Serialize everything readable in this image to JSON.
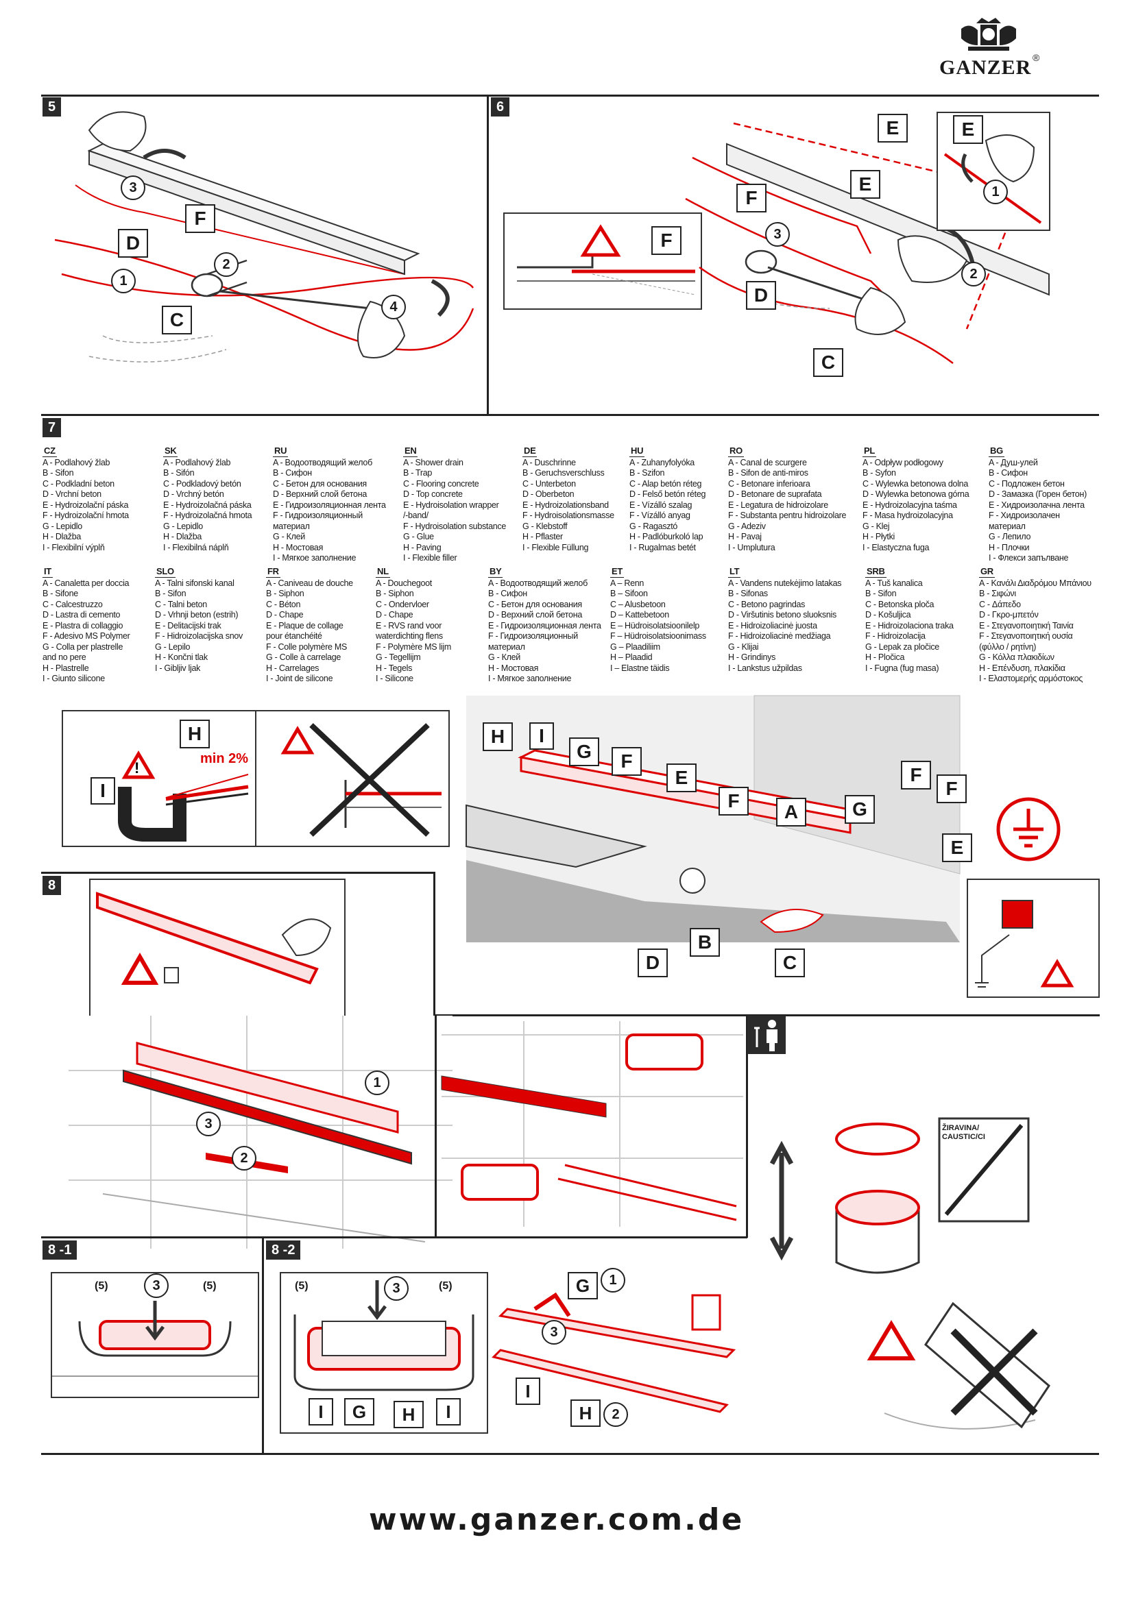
{
  "brand": {
    "name": "GANZER",
    "registered": "®"
  },
  "steps": {
    "s5": "5",
    "s6": "6",
    "s7": "7",
    "s8": "8",
    "s8_1": "8 -1",
    "s8_2": "8 -2"
  },
  "callouts": {
    "A": "A",
    "B": "B",
    "C": "C",
    "D": "D",
    "E": "E",
    "F": "F",
    "G": "G",
    "H": "H",
    "I": "I",
    "n1": "1",
    "n2": "2",
    "n3": "3",
    "n4": "4",
    "n5": "(5)",
    "min_slope": "min 2%",
    "caustic": "ŽIRAVINA/\nCAUSTIC/CI"
  },
  "languages": [
    {
      "code": "CZ",
      "items": [
        "A - Podlahový žlab",
        "B - Sifon",
        "C - Podkladní beton",
        "D - Vrchní beton",
        "E - Hydroizolační páska",
        "F - Hydroizolační hmota",
        "G - Lepidlo",
        "H - Dlažba",
        "I - Flexibilní výplň"
      ]
    },
    {
      "code": "SK",
      "items": [
        "A - Podlahový žlab",
        "B - Sifón",
        "C - Podkladový betón",
        "D - Vrchný betón",
        "E - Hydroizolačná páska",
        "F - Hydroizolačná hmota",
        "G - Lepidlo",
        "H - Dlažba",
        "I - Flexibilná náplň"
      ]
    },
    {
      "code": "RU",
      "items": [
        "A - Водоотводящий желоб",
        "B - Сифон",
        "C - Бетон для основания",
        "D - Верхний слой бетона",
        "E - Гидроизоляционная лента",
        "F - Гидроизоляционный",
        "      материал",
        "G - Клей",
        "H - Мостовая",
        "I - Мягкое заполнение"
      ]
    },
    {
      "code": "EN",
      "items": [
        "A - Shower drain",
        "B - Trap",
        "C - Flooring concrete",
        "D - Top concrete",
        "E - Hydroisolation wrapper",
        "      /-band/",
        "F - Hydroisolation substance",
        "G - Glue",
        "H - Paving",
        "I - Flexible filler"
      ]
    },
    {
      "code": "DE",
      "items": [
        "A - Duschrinne",
        "B - Geruchsverschluss",
        "C - Unterbeton",
        "D - Oberbeton",
        "E - Hydroizolationsband",
        "F - Hydroisolationsmasse",
        "G - Klebstoff",
        "H - Pflaster",
        "I - Flexible Füllung"
      ]
    },
    {
      "code": "HU",
      "items": [
        "A - Zuhanyfolyóka",
        "B - Szifon",
        "C - Alap betón réteg",
        "D - Felső betón réteg",
        "E - Vízálló szalag",
        "F - Vízálló anyag",
        "G - Ragasztó",
        "H - Padlóburkoló lap",
        "I - Rugalmas betét"
      ]
    },
    {
      "code": "RO",
      "items": [
        "A - Canal de scurgere",
        "B - Sifon de anti-miros",
        "C - Betonare inferioara",
        "D - Betonare de suprafata",
        "E - Legatura de hidroizolare",
        "F - Substanta pentru hidroizolare",
        "G - Adeziv",
        "H - Pavaj",
        "I - Umplutura"
      ]
    },
    {
      "code": "PL",
      "items": [
        "A - Odpływ podłogowy",
        "B - Syfon",
        "C - Wylewka betonowa dolna",
        "D - Wylewka betonowa górna",
        "E - Hydroizolacyjna taśma",
        "F - Masa hydroizolacyjna",
        "G - Klej",
        "H - Płytki",
        "I - Elastyczna fuga"
      ]
    },
    {
      "code": "BG",
      "items": [
        "A - Душ-улей",
        "B - Сифон",
        "C - Подложен бетон",
        "D - Замазка (Горен бетон)",
        "E - Хидроизолачна лента",
        "F - Хидроизолачен",
        "      материал",
        "G - Лепило",
        "H - Плочки",
        "I - Флекси запълване"
      ]
    },
    {
      "code": "IT",
      "items": [
        "A - Canaletta per doccia",
        "B - Sifone",
        "C - Calcestruzzo",
        "D - Lastra di cemento",
        "E - Plastra di collaggio",
        "F - Adesivo MS Polymer",
        "G - Colla per plastrelle",
        "      and no pere",
        "H - Plastrelle",
        "I - Giunto silicone"
      ]
    },
    {
      "code": "SLO",
      "items": [
        "A - Talni sifonski kanal",
        "B - Sifon",
        "C - Talni beton",
        "D - Vrhnji beton (estrih)",
        "E - Delitacijski trak",
        "F - Hidroizolacijska snov",
        "G - Lepilo",
        "H - Končni tlak",
        "I - Gibljiv ljak"
      ]
    },
    {
      "code": "FR",
      "items": [
        "A - Caniveau de douche",
        "B - Siphon",
        "C - Béton",
        "D - Chape",
        "E - Plaque de collage",
        "      pour étanchéité",
        "F - Colle polymère MS",
        "G - Colle à carrelage",
        "H - Carrelages",
        "I - Joint de silicone"
      ]
    },
    {
      "code": "NL",
      "items": [
        "A - Douchegoot",
        "B - Siphon",
        "C - Ondervloer",
        "D - Chape",
        "E - RVS rand voor",
        "      waterdichting flens",
        "F - Polymère MS lijm",
        "G - Tegellijm",
        "H - Tegels",
        "I - Silicone"
      ]
    },
    {
      "code": "BY",
      "items": [
        "A - Водоотводящий желоб",
        "B - Сифон",
        "C - Бетон для основания",
        "D - Верхний слой бетона",
        "E - Гидроизоляционная лента",
        "F - Гидроизоляционный",
        "      материал",
        "G - Клей",
        "H - Мостовая",
        "I - Мягкое заполнение"
      ]
    },
    {
      "code": "ET",
      "items": [
        "A – Renn",
        "B – Sifoon",
        "C – Alusbetoon",
        "D – Kattebetoon",
        "E – Hüdroisolatsioonilelp",
        "F – Hüdroisolatsioonimass",
        "G – Plaadiliim",
        "H – Plaadid",
        "I – Elastne täidis"
      ]
    },
    {
      "code": "LT",
      "items": [
        "A - Vandens nutekėjimo latakas",
        "B - Sifonas",
        "C - Betono pagrindas",
        "D - Viršutinis betono sluoksnis",
        "E - Hidroizoliacinė juosta",
        "F - Hidroizoliacinė medžiaga",
        "G - Klijai",
        "H - Grindinys",
        "I - Lankstus užpildas"
      ]
    },
    {
      "code": "SRB",
      "items": [
        "A - Tuš kanalica",
        "B - Sifon",
        "C - Betonska ploča",
        "D - Košuljica",
        "E - Hidroizolaciona traka",
        "F - Hidroizolacija",
        "G - Lepak za pločice",
        "H - Pločica",
        "I - Fugna (fug masa)"
      ]
    },
    {
      "code": "GR",
      "items": [
        "A - Κανάλι Διαδρόμου Μπάνιου",
        "B - Σιφώνι",
        "C - Δάπεδο",
        "D - Γκρο-μπετόν",
        "E - Στεγανοποιητική Ταινία",
        "F - Στεγανοποιητική ουσία",
        "      (φύλλο / ρητίνη)",
        "G - Κόλλα πλακιδίων",
        "H - Επένδυση, πλακίδια",
        "I - Ελαστομερής αρμόστοκος"
      ]
    }
  ],
  "website": "www.ganzer.com.de"
}
